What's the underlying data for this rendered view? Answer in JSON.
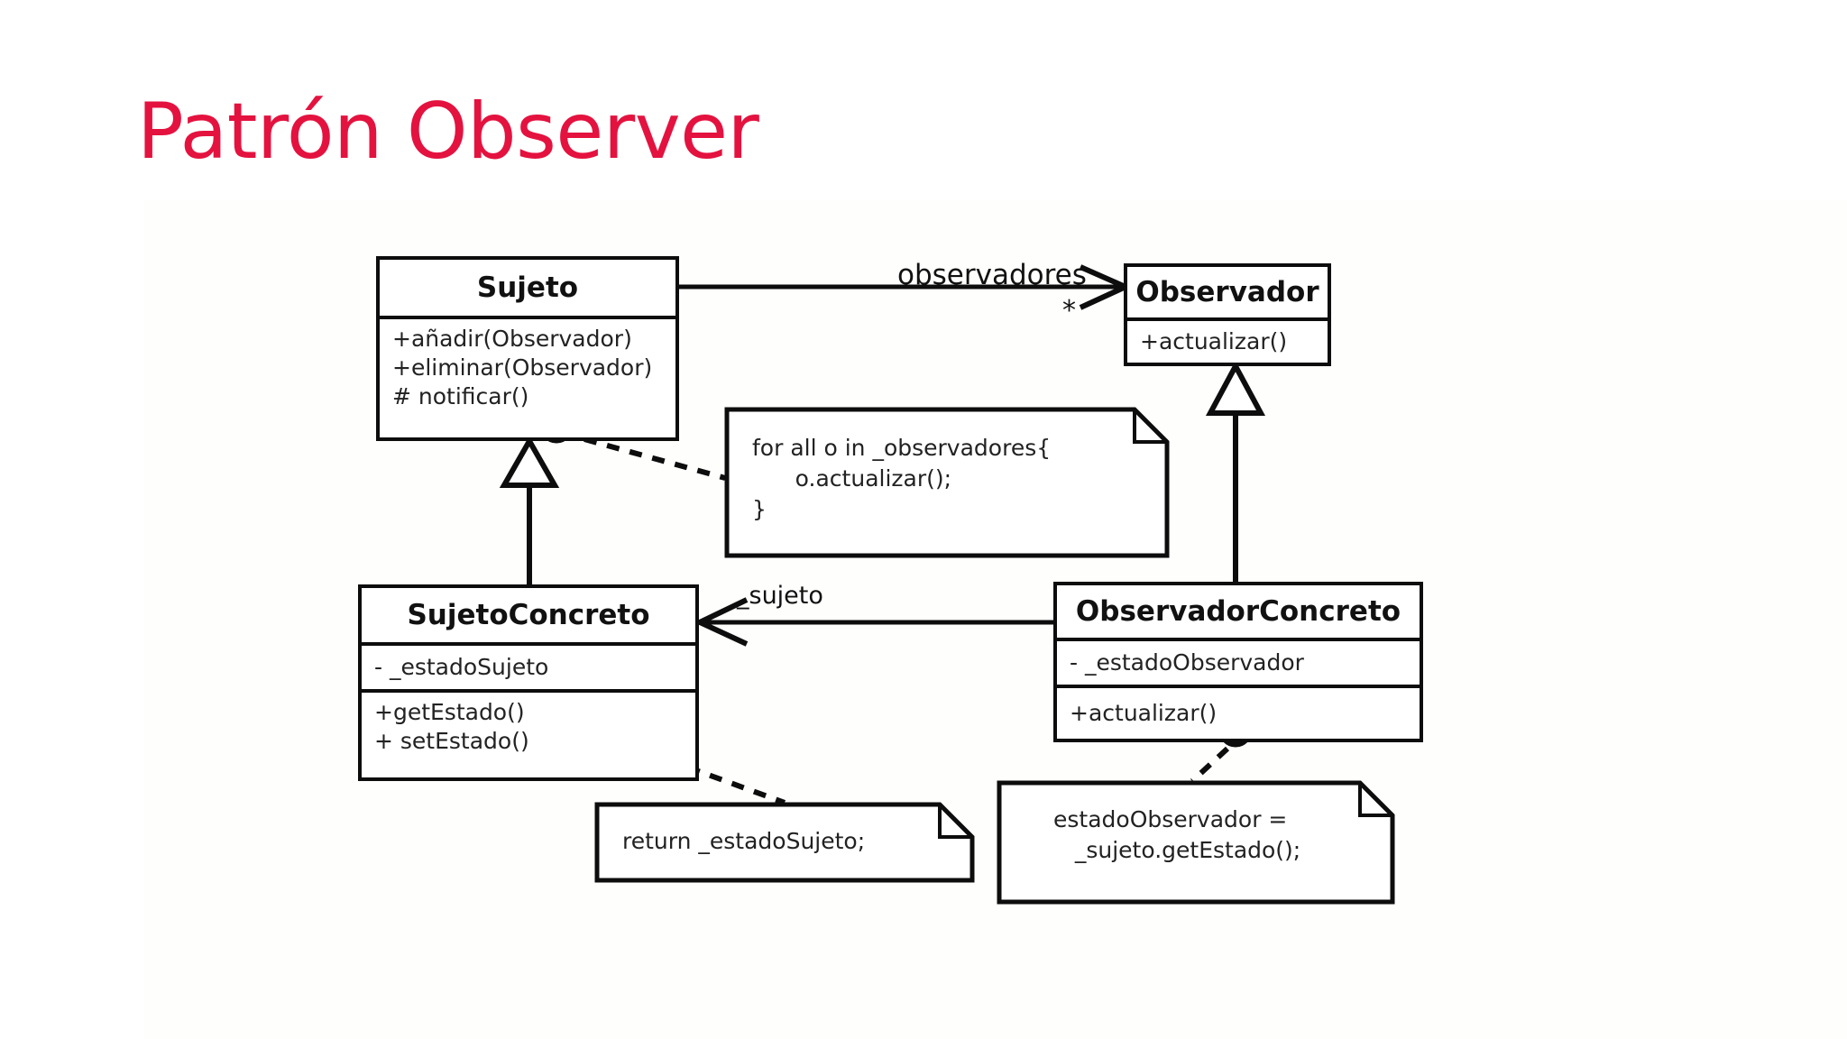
{
  "slide": {
    "title": "Patrón Observer",
    "title_color": "#E4123F",
    "background": "#ffffff",
    "diagram_stroke": "#0d0d0d"
  },
  "diagram": {
    "type": "uml-class-diagram",
    "classes": [
      {
        "id": "sujeto",
        "name": "Sujeto",
        "attributes": [],
        "operations": [
          "+añadir(Observador)",
          "+eliminar(Observador)",
          "# notificar()"
        ]
      },
      {
        "id": "observador",
        "name": "Observador",
        "attributes": [],
        "operations": [
          "+actualizar()"
        ]
      },
      {
        "id": "sujeto-concreto",
        "name": "SujetoConcreto",
        "attributes": [
          "- _estadoSujeto"
        ],
        "operations": [
          "+getEstado()",
          "+ setEstado()"
        ]
      },
      {
        "id": "observador-concreto",
        "name": "ObservadorConcreto",
        "attributes": [
          "- _estadoObservador"
        ],
        "operations": [
          "+actualizar()"
        ]
      }
    ],
    "notes": [
      {
        "id": "note-notificar",
        "text": "for all o in _observadores{\n      o.actualizar();\n}",
        "anchored_to": "sujeto.notificar"
      },
      {
        "id": "note-getestado",
        "text": "return _estadoSujeto;",
        "anchored_to": "sujeto-concreto.getEstado"
      },
      {
        "id": "note-actualizar",
        "text": "estadoObservador =\n   _sujeto.getEstado();",
        "anchored_to": "observador-concreto.actualizar"
      }
    ],
    "relationships": [
      {
        "id": "assoc-observadores",
        "kind": "association",
        "from": "sujeto",
        "to": "observador",
        "label": "observadores",
        "target_multiplicity": "*",
        "arrow": "open"
      },
      {
        "id": "assoc-sujeto",
        "kind": "association",
        "from": "observador-concreto",
        "to": "sujeto-concreto",
        "label": "_sujeto",
        "target_multiplicity": "",
        "arrow": "open"
      },
      {
        "id": "gen-sujeto",
        "kind": "generalization",
        "from": "sujeto-concreto",
        "to": "sujeto",
        "label": "",
        "arrow": "hollow-triangle"
      },
      {
        "id": "gen-observador",
        "kind": "generalization",
        "from": "observador-concreto",
        "to": "observador",
        "label": "",
        "arrow": "hollow-triangle"
      }
    ]
  }
}
